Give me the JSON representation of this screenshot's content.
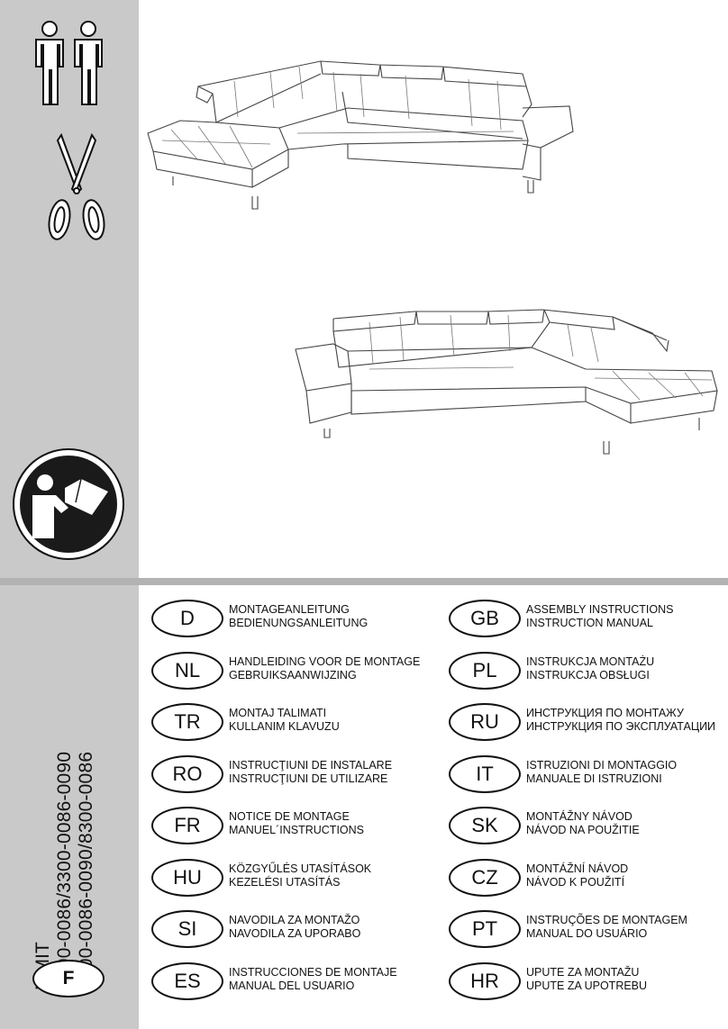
{
  "product": {
    "name": "LIMIT",
    "code_line1": "8100-0086/3300-0086-0090",
    "code_line2": "3100-0086-0090/8300-0086"
  },
  "edition_label": "F",
  "icons": [
    "two-persons-icon",
    "scissors-icon",
    "read-manual-icon"
  ],
  "languages_left": [
    {
      "code": "D",
      "line1": "MONTAGEANLEITUNG",
      "line2": "BEDIENUNGSANLEITUNG"
    },
    {
      "code": "NL",
      "line1": "HANDLEIDING VOOR DE MONTAGE",
      "line2": "GEBRUIKSAANWIJZING"
    },
    {
      "code": "TR",
      "line1": "MONTAJ TALIMATI",
      "line2": "KULLANIM KLAVUZU"
    },
    {
      "code": "RO",
      "line1": "INSTRUCŢIUNI DE INSTALARE",
      "line2": "INSTRUCŢIUNI DE UTILIZARE"
    },
    {
      "code": "FR",
      "line1": "NOTICE DE MONTAGE",
      "line2": "MANUEL´INSTRUCTIONS"
    },
    {
      "code": "HU",
      "line1": "KÖZGYŰLÉS UTASÍTÁSOK",
      "line2": "KEZELÉSI UTASÍTÁS"
    },
    {
      "code": "SI",
      "line1": "NAVODILA ZA MONTAŽO",
      "line2": "NAVODILA ZA UPORABO"
    },
    {
      "code": "ES",
      "line1": "INSTRUCCIONES DE MONTAJE",
      "line2": "MANUAL DEL USUARIO"
    }
  ],
  "languages_right": [
    {
      "code": "GB",
      "line1": "ASSEMBLY INSTRUCTIONS",
      "line2": "INSTRUCTION MANUAL"
    },
    {
      "code": "PL",
      "line1": "INSTRUKCJA MONTAŻU",
      "line2": "INSTRUKCJA OBSŁUGI"
    },
    {
      "code": "RU",
      "line1": "ИНСТРУКЦИЯ ПО МОНТАЖУ",
      "line2": "ИНСТРУКЦИЯ ПО ЭКСПЛУАТАЦИИ"
    },
    {
      "code": "IT",
      "line1": "ISTRUZIONI DI MONTAGGIO",
      "line2": "MANUALE DI ISTRUZIONI"
    },
    {
      "code": "SK",
      "line1": "MONTÁŽNY NÁVOD",
      "line2": "NÁVOD NA POUŽITIE"
    },
    {
      "code": "CZ",
      "line1": "MONTÁŽNÍ NÁVOD",
      "line2": "NÁVOD K POUŽITÍ"
    },
    {
      "code": "PT",
      "line1": "INSTRUÇÕES DE MONTAGEM",
      "line2": "MANUAL DO USUÁRIO"
    },
    {
      "code": "HR",
      "line1": "UPUTE ZA MONTAŽU",
      "line2": "UPUTE ZA UPOTREBU"
    }
  ]
}
